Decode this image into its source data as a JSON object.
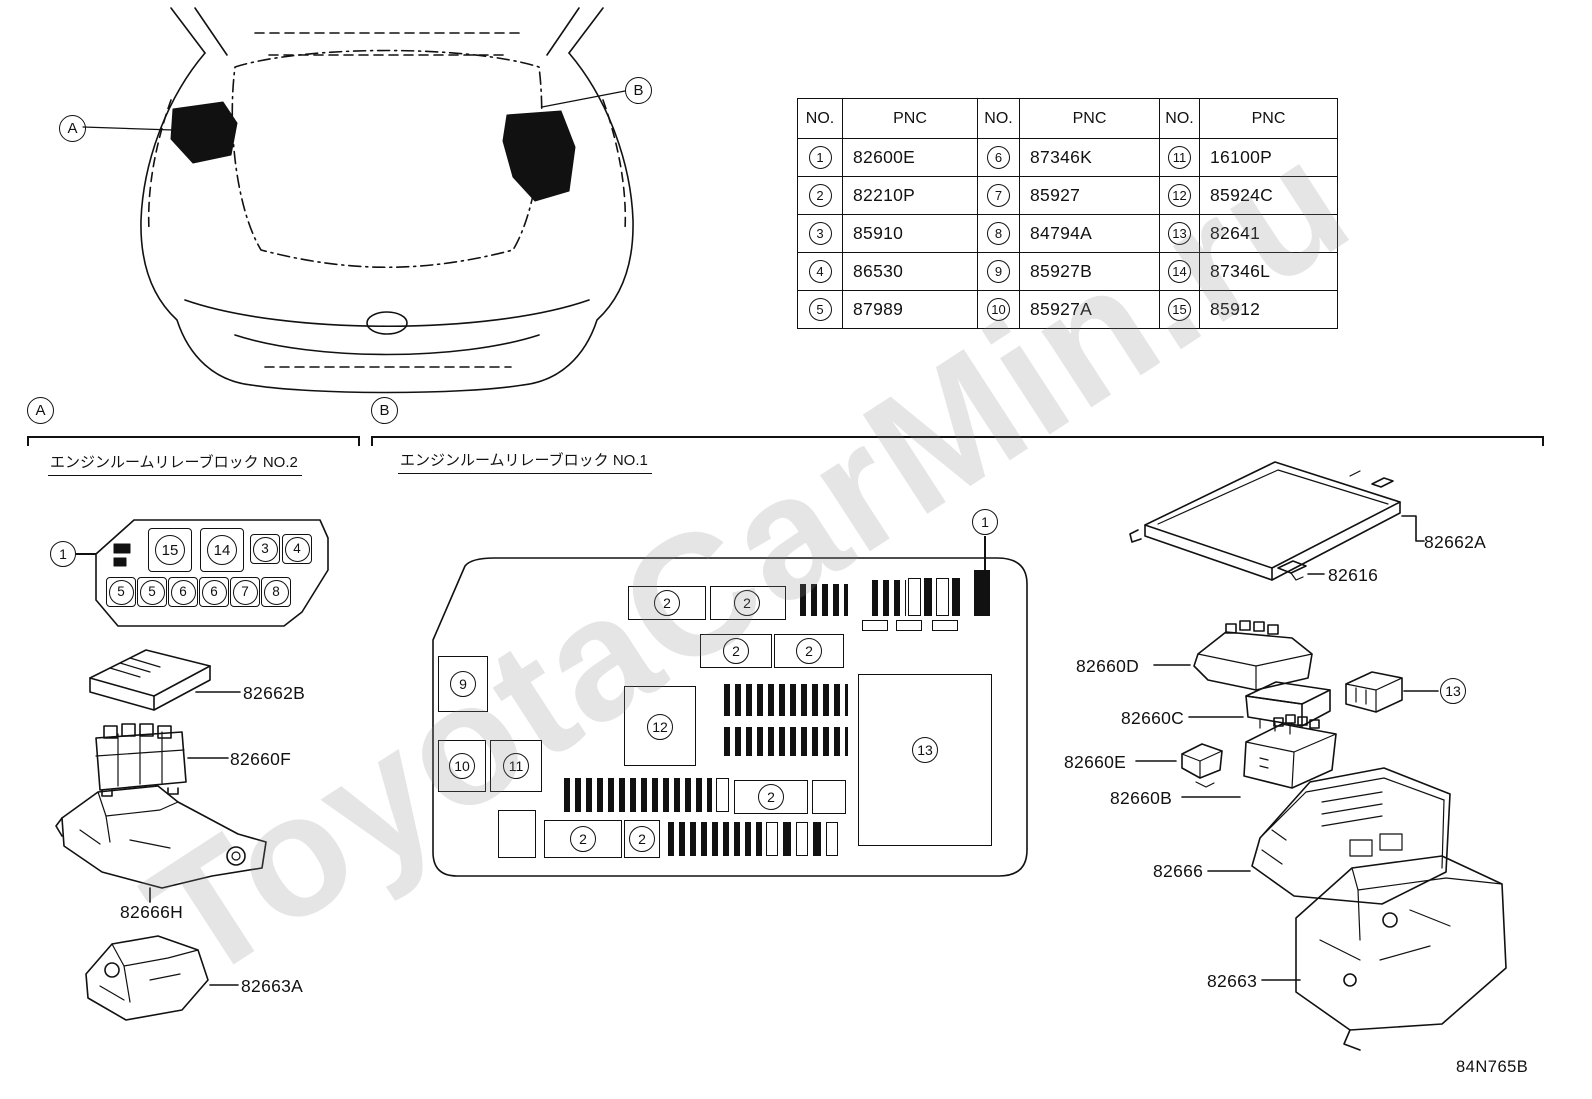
{
  "watermark": "ToyotaCarMin.ru",
  "diagram_code": "84N765B",
  "car": {
    "callout_a": "A",
    "callout_b": "B"
  },
  "table": {
    "headers": [
      "NO.",
      "PNC",
      "NO.",
      "PNC",
      "NO.",
      "PNC"
    ],
    "rows": [
      [
        "1",
        "82600E",
        "6",
        "87346K",
        "11",
        "16100P"
      ],
      [
        "2",
        "82210P",
        "7",
        "85927",
        "12",
        "85924C"
      ],
      [
        "3",
        "85910",
        "8",
        "84794A",
        "13",
        "82641"
      ],
      [
        "4",
        "86530",
        "9",
        "85927B",
        "14",
        "87346L"
      ],
      [
        "5",
        "87989",
        "10",
        "85927A",
        "15",
        "85912"
      ]
    ]
  },
  "section_a": {
    "marker": "A",
    "title": "エンジンルームリレーブロック NO.2",
    "relay_block": {
      "callout": "1",
      "top_row": [
        "15",
        "14",
        "3",
        "4"
      ],
      "bottom_row": [
        "5",
        "5",
        "6",
        "6",
        "7",
        "8"
      ]
    },
    "part_labels": {
      "p82662b": "82662B",
      "p82660f": "82660F",
      "p82666h": "82666H",
      "p82663a": "82663A"
    }
  },
  "section_b": {
    "marker": "B",
    "title": "エンジンルームリレーブロック NO.1",
    "callout": "1",
    "cells": [
      "2",
      "2",
      "2",
      "2",
      "9",
      "12",
      "10",
      "11",
      "13",
      "2",
      "2",
      "2"
    ]
  },
  "right_parts": {
    "callout_13": "13",
    "labels": {
      "p82662a": "82662A",
      "p82616": "82616",
      "p82660d": "82660D",
      "p82660c": "82660C",
      "p82660e": "82660E",
      "p82660b": "82660B",
      "p82666": "82666",
      "p82663": "82663"
    }
  }
}
